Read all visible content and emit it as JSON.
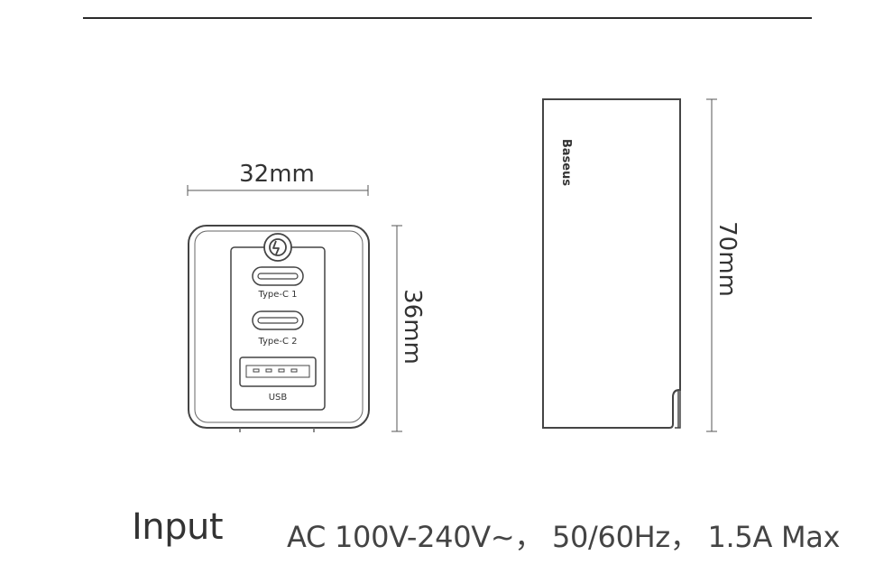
{
  "front_view": {
    "width_label": "32mm",
    "height_label": "36mm",
    "ports": [
      {
        "label": "Type-C 1"
      },
      {
        "label": "Type-C 2"
      },
      {
        "label": "USB"
      }
    ]
  },
  "side_view": {
    "brand": "Baseus",
    "height_label": "70mm"
  },
  "spec": {
    "label": "Input",
    "value": "AC 100V-240V~， 50/60Hz， 1.5A Max"
  },
  "colors": {
    "outline": "#444444",
    "dimension_line": "#555555",
    "text": "#333333"
  }
}
